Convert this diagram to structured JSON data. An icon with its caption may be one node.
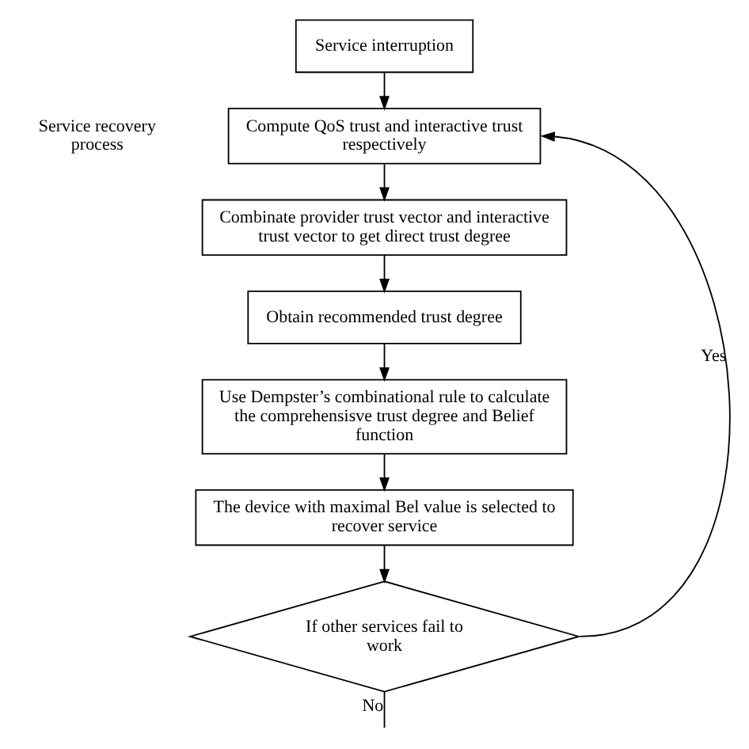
{
  "diagram": {
    "nodes": [
      {
        "text": [
          "Service interruption"
        ]
      },
      {
        "text": [
          "Compute QoS trust and interactive trust respectively"
        ]
      },
      {
        "text": [
          "Combinate provider trust vector and interactive trust vector to get direct trust degree"
        ]
      },
      {
        "text": [
          "Obtain recommended trust degree"
        ]
      },
      {
        "text": [
          "Use Dempster’s combinational rule to calculate the comprehensisve trust degree and Belief function"
        ]
      },
      {
        "text": [
          "The device with maximal Bel value is selected to recover service"
        ]
      },
      {
        "text": [
          "If other services fail to work"
        ]
      }
    ],
    "edges": [
      {
        "from": 0,
        "to": 1,
        "arrow": "to"
      },
      {
        "from": 1,
        "to": 2,
        "arrow": "to"
      },
      {
        "from": 2,
        "to": 3,
        "arrow": "to"
      },
      {
        "from": 3,
        "to": 4,
        "arrow": "to"
      },
      {
        "from": 4,
        "to": 5,
        "arrow": "to"
      },
      {
        "from": 5,
        "to": 6,
        "arrow": "to"
      },
      {
        "from": 6,
        "to": 1,
        "arrow": "to",
        "label": "Yes"
      },
      {
        "from": 6,
        "to": null,
        "arrow": "none",
        "label": "No"
      }
    ],
    "labels": [
      "Service recovery process"
    ]
  }
}
